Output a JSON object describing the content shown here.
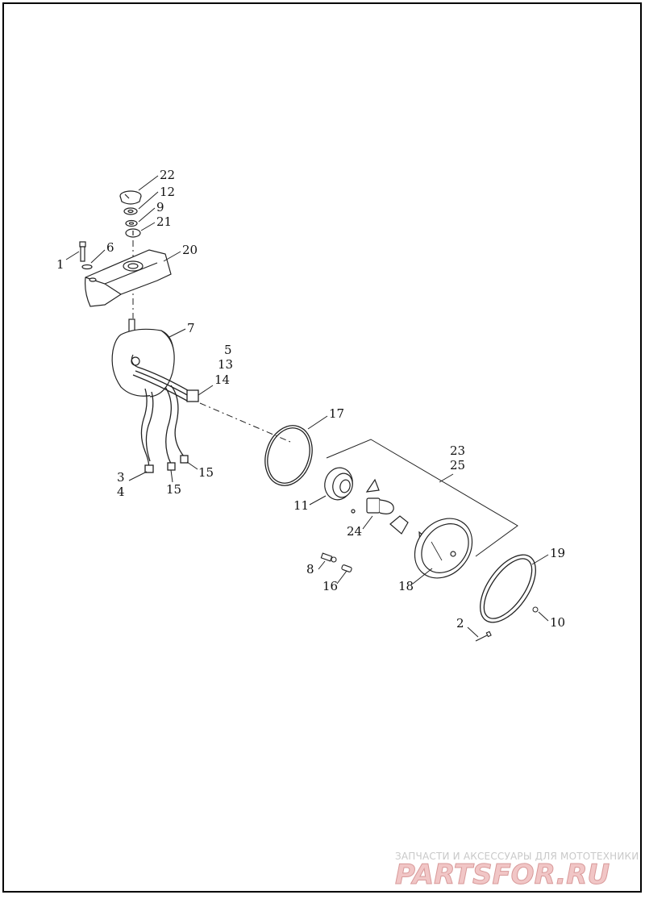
{
  "diagram": {
    "callouts": [
      {
        "id": "c22",
        "text": "22"
      },
      {
        "id": "c12",
        "text": "12"
      },
      {
        "id": "c9",
        "text": "9"
      },
      {
        "id": "c21",
        "text": "21"
      },
      {
        "id": "c1",
        "text": "1"
      },
      {
        "id": "c6",
        "text": "6"
      },
      {
        "id": "c20",
        "text": "20"
      },
      {
        "id": "c7",
        "text": "7"
      },
      {
        "id": "c5",
        "text": "5"
      },
      {
        "id": "c13",
        "text": "13"
      },
      {
        "id": "c14",
        "text": "14"
      },
      {
        "id": "c17",
        "text": "17"
      },
      {
        "id": "c23",
        "text": "23"
      },
      {
        "id": "c25",
        "text": "25"
      },
      {
        "id": "c3",
        "text": "3"
      },
      {
        "id": "c4",
        "text": "4"
      },
      {
        "id": "c15a",
        "text": "15"
      },
      {
        "id": "c15b",
        "text": "15"
      },
      {
        "id": "c11",
        "text": "11"
      },
      {
        "id": "c24",
        "text": "24"
      },
      {
        "id": "c8",
        "text": "8"
      },
      {
        "id": "c16",
        "text": "16"
      },
      {
        "id": "c18",
        "text": "18"
      },
      {
        "id": "c19",
        "text": "19"
      },
      {
        "id": "c2",
        "text": "2"
      },
      {
        "id": "c10",
        "text": "10"
      }
    ]
  },
  "watermark": {
    "caption": "ЗАПЧАСТИ И АКСЕССУАРЫ ДЛЯ МОТОТЕХНИКИ",
    "logo_text": "PARTSFOR.RU"
  }
}
